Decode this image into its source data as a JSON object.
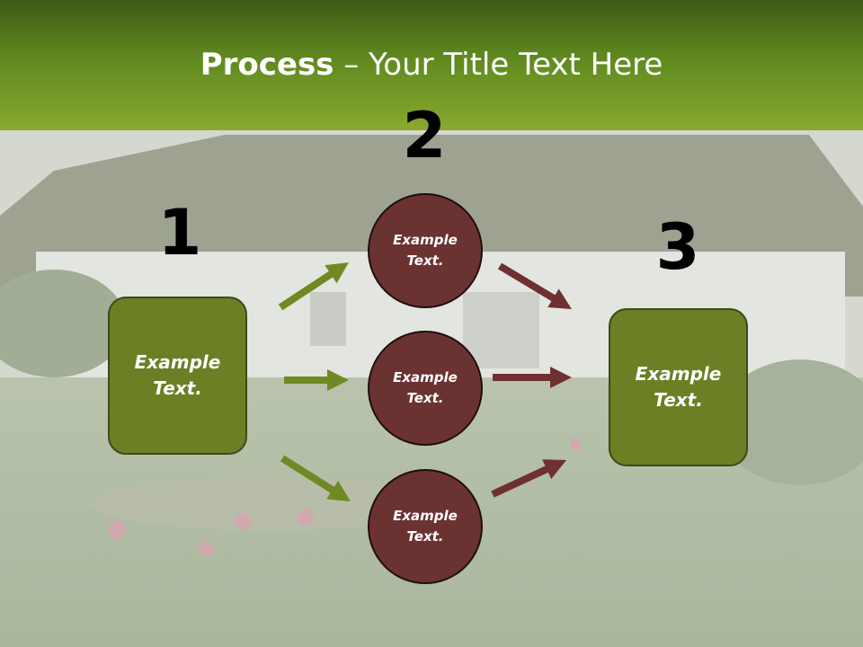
{
  "title": {
    "bold": "Process",
    "rest": " – Your Title Text Here"
  },
  "steps": {
    "n1": "1",
    "n2": "2",
    "n3": "3"
  },
  "box_left": "Example\nText.",
  "box_right": "Example\nText.",
  "circles": [
    "Example\nText.",
    "Example\nText.",
    "Example\nText."
  ],
  "colors": {
    "green": "#6c7f24",
    "maroon": "#6b3232",
    "arrow_green": "#6f8a22",
    "arrow_maroon": "#6e3030"
  }
}
